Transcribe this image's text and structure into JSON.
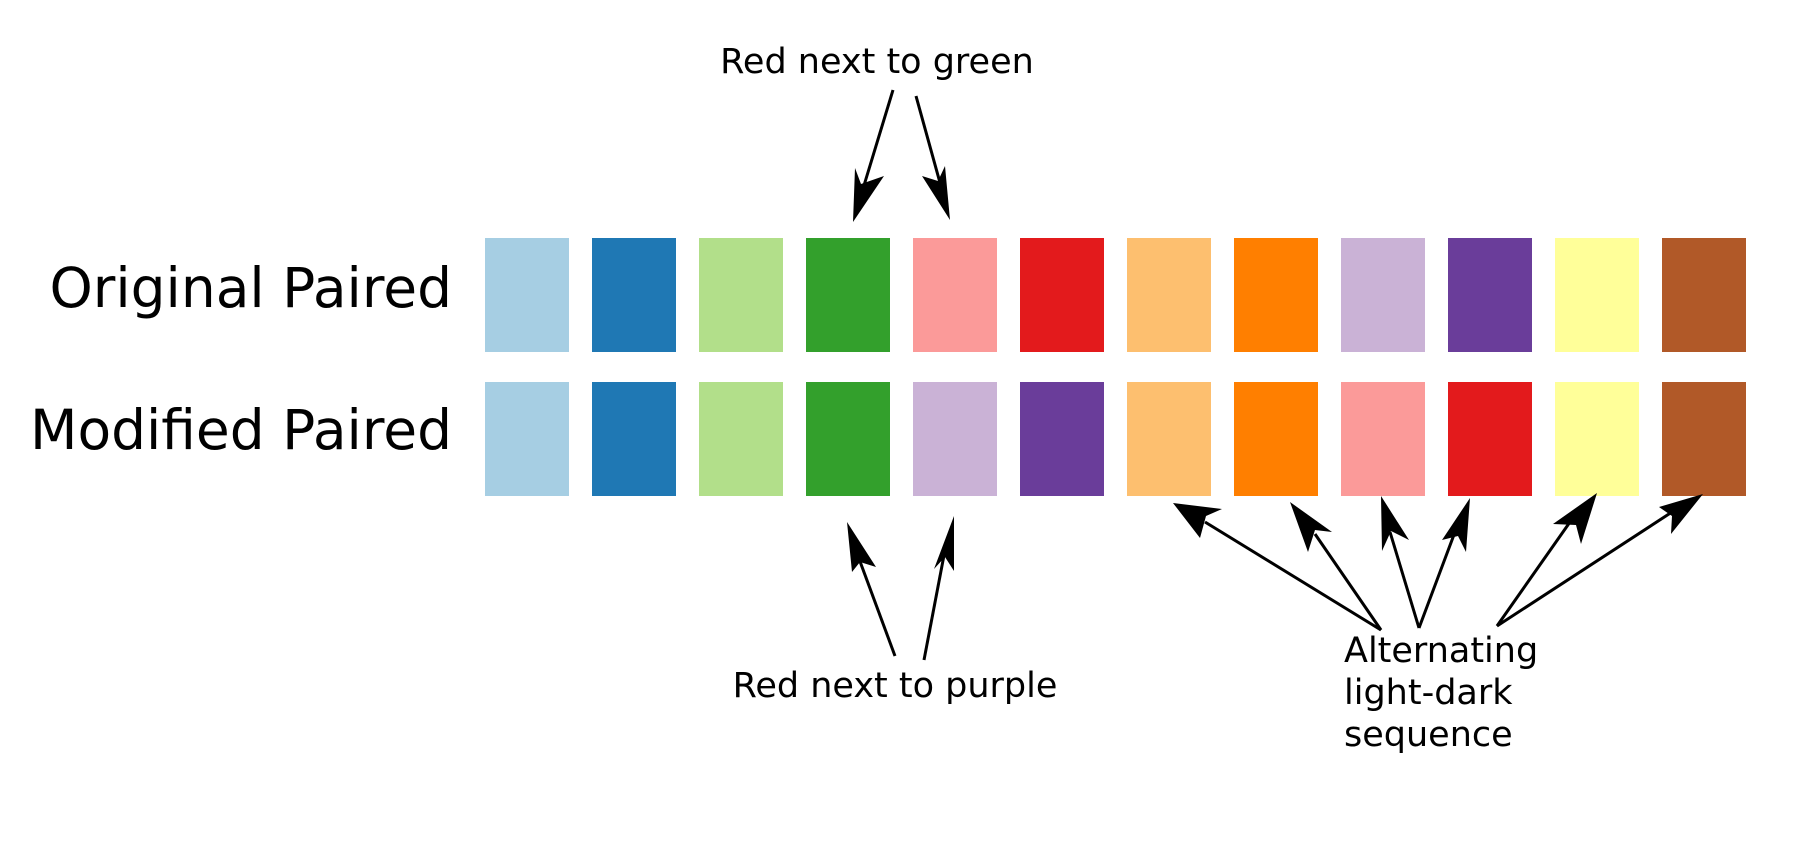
{
  "rows": [
    {
      "label": "Original Paired",
      "swatches": [
        "#a6cee3",
        "#1f78b4",
        "#b2df8a",
        "#33a02c",
        "#fb9a99",
        "#e31a1c",
        "#fdbf6f",
        "#ff7f00",
        "#cab2d6",
        "#6a3d9a",
        "#ffff99",
        "#b15928"
      ]
    },
    {
      "label": "Modified Paired",
      "swatches": [
        "#a6cee3",
        "#1f78b4",
        "#b2df8a",
        "#33a02c",
        "#cab2d6",
        "#6a3d9a",
        "#fdbf6f",
        "#ff7f00",
        "#fb9a99",
        "#e31a1c",
        "#ffff99",
        "#b15928"
      ]
    }
  ],
  "annotations": {
    "top": "Red next to green",
    "bottom_left": "Red next to purple",
    "bottom_right": [
      "Alternating",
      "light-dark",
      "sequence"
    ]
  }
}
